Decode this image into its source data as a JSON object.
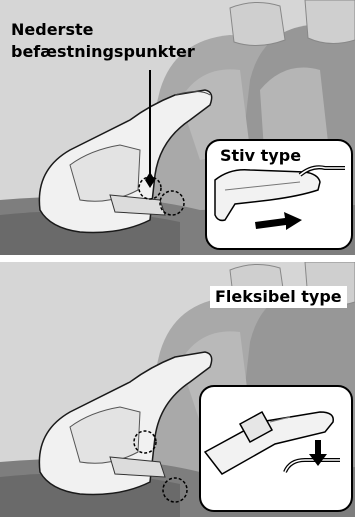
{
  "top_panel": {
    "anchor_label_line1": "Nederste",
    "anchor_label_line2": "befæstningspunkter",
    "callout_label": "Stiv type"
  },
  "bottom_panel": {
    "callout_label": "Fleksibel type"
  },
  "colors": {
    "background": "#d9d9d9",
    "seat_dark": "#8c8c8c",
    "seat_mid": "#a8a8a8",
    "seat_light": "#c4c4c4",
    "child_seat": "#f2f2f2",
    "outline": "#000000"
  }
}
